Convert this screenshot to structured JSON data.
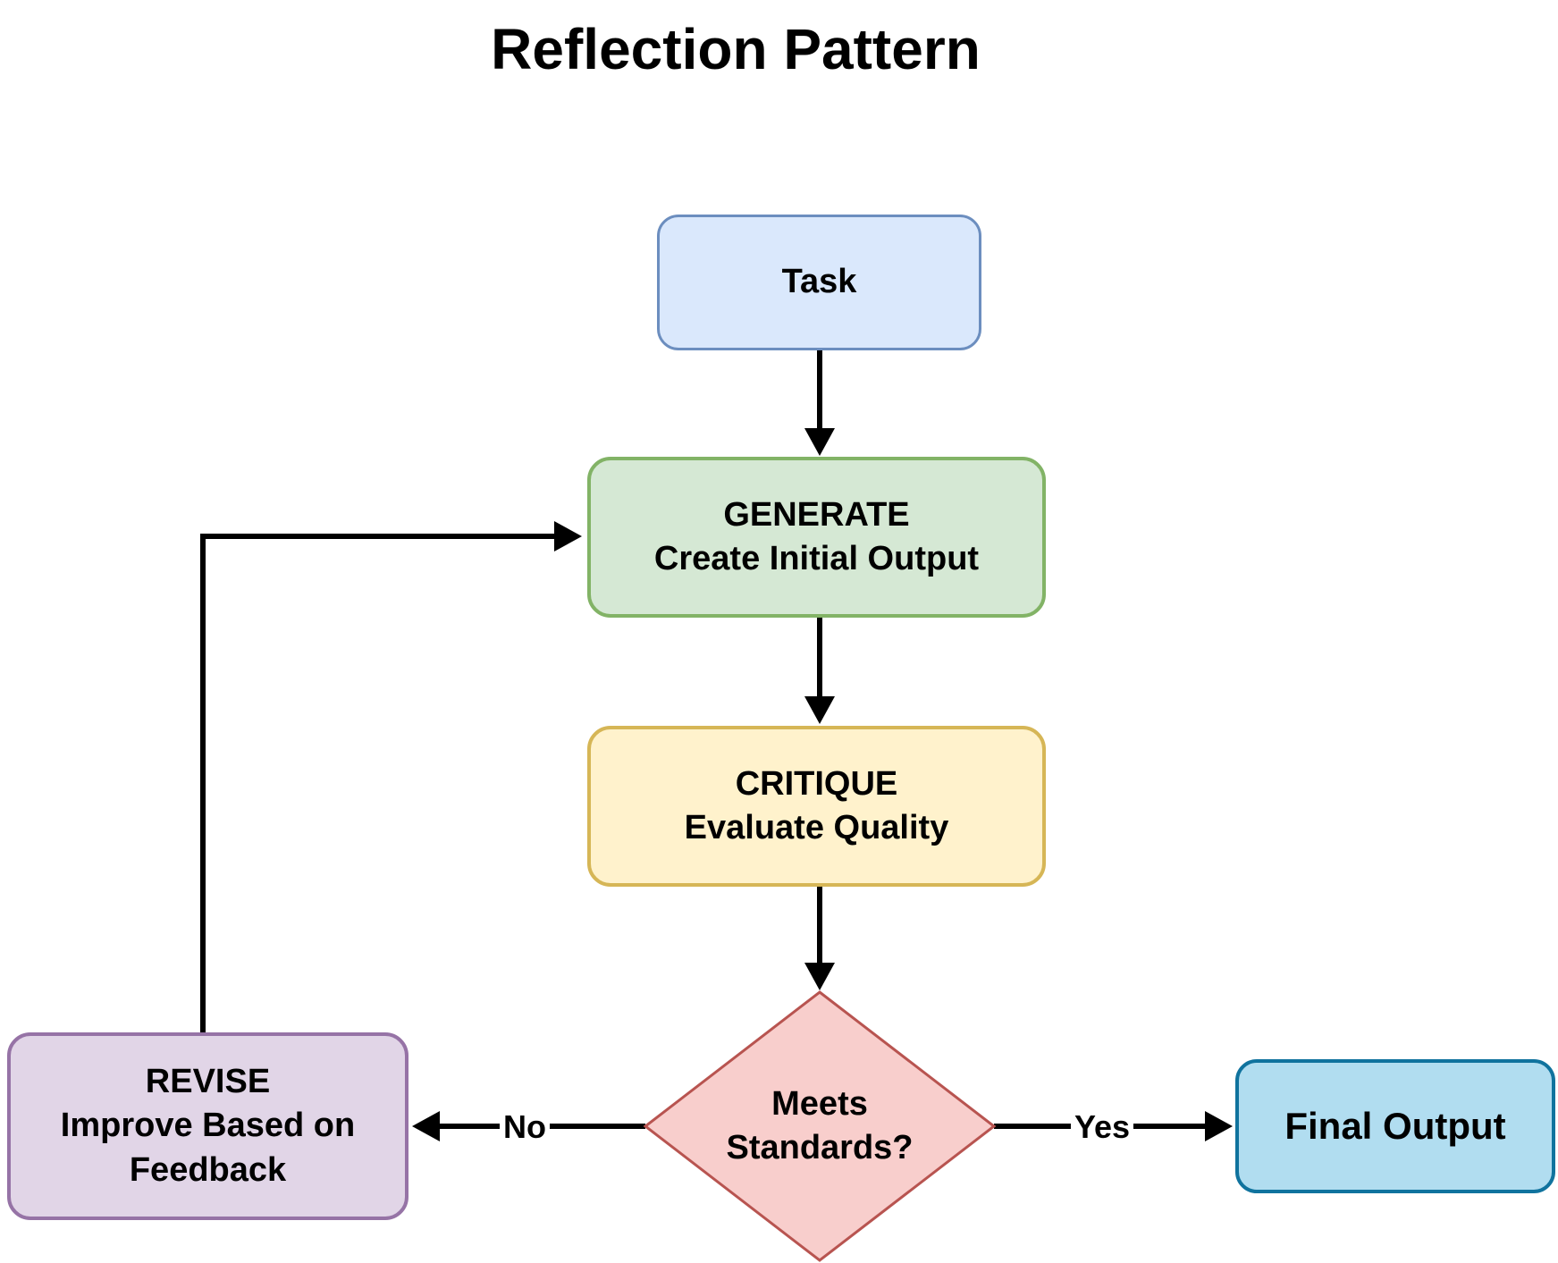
{
  "title": "Reflection Pattern",
  "nodes": {
    "task": {
      "label": "Task",
      "fill": "#dae8fc",
      "stroke": "#6c8ebf"
    },
    "generate": {
      "label": "GENERATE",
      "sublabel": "Create Initial Output",
      "fill": "#d5e8d4",
      "stroke": "#82b366"
    },
    "critique": {
      "label": "CRITIQUE",
      "sublabel": "Evaluate Quality",
      "fill": "#fff2cc",
      "stroke": "#d6b656"
    },
    "decision": {
      "label": "Meets Standards?",
      "fill": "#f8cecc",
      "stroke": "#b85450"
    },
    "revise": {
      "label": "REVISE",
      "sublabel": "Improve Based on Feedback",
      "fill": "#e1d5e7",
      "stroke": "#9673a6"
    },
    "final_output": {
      "label": "Final Output",
      "fill": "#b1ddf0",
      "stroke": "#10739e"
    }
  },
  "edges": {
    "yes_label": "Yes",
    "no_label": "No",
    "stroke": "#000000"
  }
}
